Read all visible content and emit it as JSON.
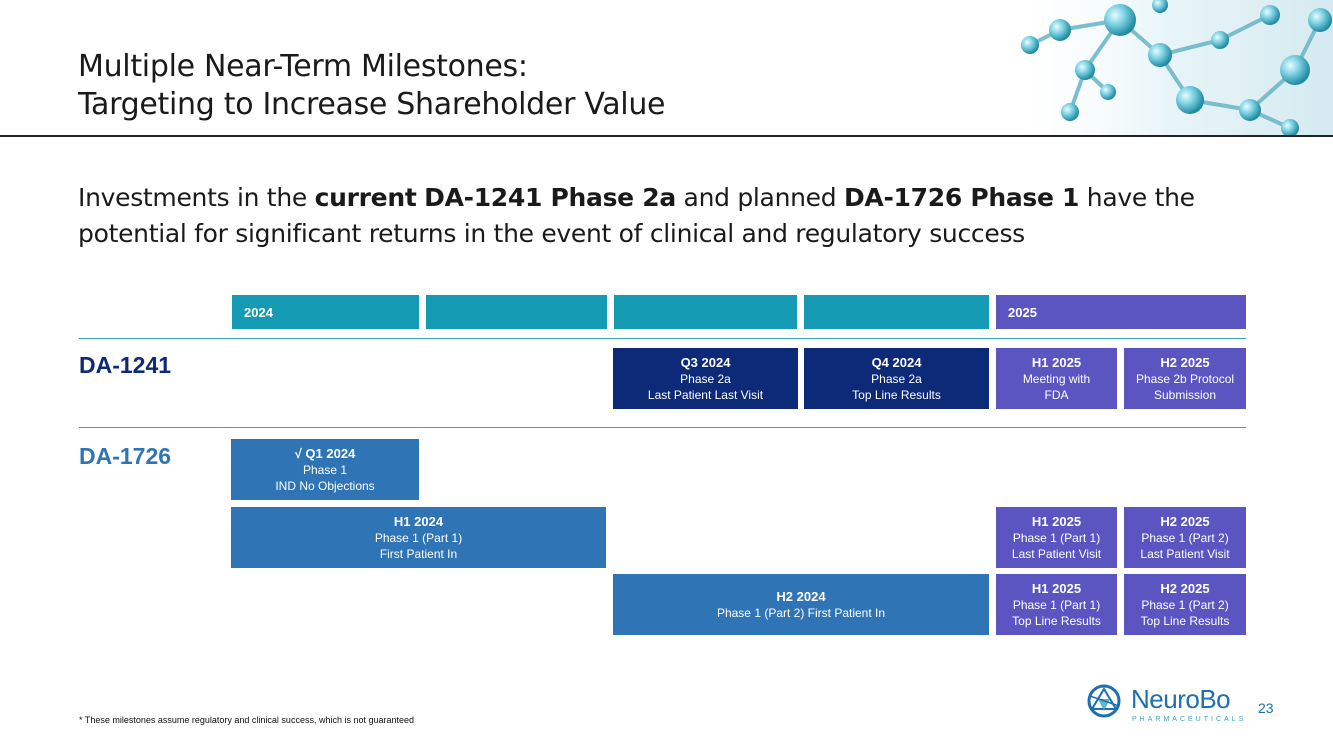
{
  "title": {
    "line1": "Multiple Near-Term Milestones:",
    "line2": "Targeting to Increase Shareholder Value"
  },
  "intro": {
    "part1": "Investments in the ",
    "bold1": "current",
    "part2": " ",
    "bold2": "DA-1241 Phase 2a",
    "part3": " and planned ",
    "bold3": "DA-1726 Phase 1",
    "part4": " have the potential for significant returns in the event of clinical and regulatory success"
  },
  "timeline": {
    "year_2024": "2024",
    "year_2025": "2025",
    "colors": {
      "teal": "#149bb3",
      "purple": "#5b55c2",
      "navy": "#0d2a78",
      "blue": "#2f74b5"
    }
  },
  "programs": {
    "da1241": "DA-1241",
    "da1726": "DA-1726"
  },
  "da1241_milestones": [
    {
      "head": "Q3 2024",
      "l1": "Phase 2a",
      "l2": "Last Patient Last Visit"
    },
    {
      "head": "Q4 2024",
      "l1": "Phase 2a",
      "l2": "Top Line Results"
    },
    {
      "head": "H1 2025",
      "l1": "Meeting with",
      "l2": "FDA"
    },
    {
      "head": "H2 2025",
      "l1": "Phase 2b Protocol",
      "l2": "Submission"
    }
  ],
  "da1726_milestones": [
    {
      "head": "√ Q1 2024",
      "l1": "Phase 1",
      "l2": "IND No Objections"
    },
    {
      "head": "H1 2024",
      "l1": "Phase 1 (Part 1)",
      "l2": "First Patient In"
    },
    {
      "head": "H1 2025",
      "l1": "Phase 1 (Part 1)",
      "l2": "Last Patient Visit"
    },
    {
      "head": "H2 2025",
      "l1": "Phase 1 (Part 2)",
      "l2": "Last Patient Visit"
    },
    {
      "head": "H2 2024",
      "l1": "Phase 1 (Part 2) First Patient In"
    },
    {
      "head": "H1 2025",
      "l1": "Phase 1 (Part 1)",
      "l2": "Top Line Results"
    },
    {
      "head": "H2 2025",
      "l1": "Phase 1 (Part 2)",
      "l2": "Top Line Results"
    }
  ],
  "footnote": "* These milestones assume regulatory and clinical success, which is not guaranteed",
  "brand": {
    "name": "NeuroBo",
    "sub": "PHARMACEUTICALS"
  },
  "page_number": "23"
}
